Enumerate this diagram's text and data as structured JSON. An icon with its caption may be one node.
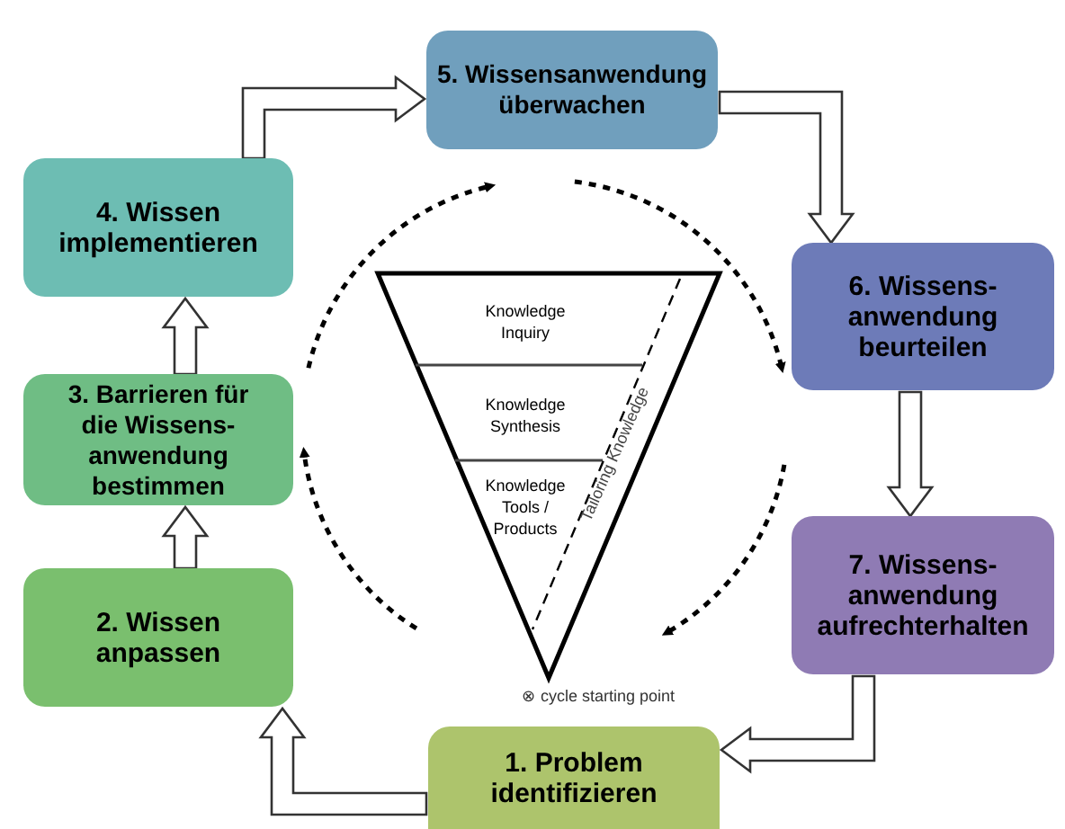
{
  "diagram": {
    "nodes": [
      {
        "text": [
          "5. Wissensanwendung überwachen"
        ]
      },
      {
        "text": [
          "4. Wissen implementieren"
        ]
      },
      {
        "text": [
          "6. Wissens-anwendung beurteilen"
        ]
      },
      {
        "text": [
          "3. Barrieren für die Wissens-anwendung bestimmen"
        ]
      },
      {
        "text": [
          "7. Wissens-anwendung aufrechterhalten"
        ]
      },
      {
        "text": [
          "2. Wissen anpassen"
        ]
      },
      {
        "text": [
          "1. Problem identifizieren"
        ]
      },
      {
        "text": [
          "Knowledge Inquiry"
        ]
      },
      {
        "text": [
          "Knowledge Synthesis"
        ]
      },
      {
        "text": [
          "Knowledge Tools / Products"
        ]
      }
    ],
    "edges": [
      {
        "from": 6,
        "to": 5,
        "arrow": "to"
      },
      {
        "from": 5,
        "to": 3,
        "arrow": "to"
      },
      {
        "from": 3,
        "to": 1,
        "arrow": "to"
      },
      {
        "from": 1,
        "to": 0,
        "arrow": "to"
      },
      {
        "from": 0,
        "to": 2,
        "arrow": "to"
      },
      {
        "from": 2,
        "to": 4,
        "arrow": "to"
      },
      {
        "from": 4,
        "to": 6,
        "arrow": "to"
      }
    ],
    "labels": [
      "Tailoring Knowledge",
      "⊗ cycle starting point"
    ]
  }
}
